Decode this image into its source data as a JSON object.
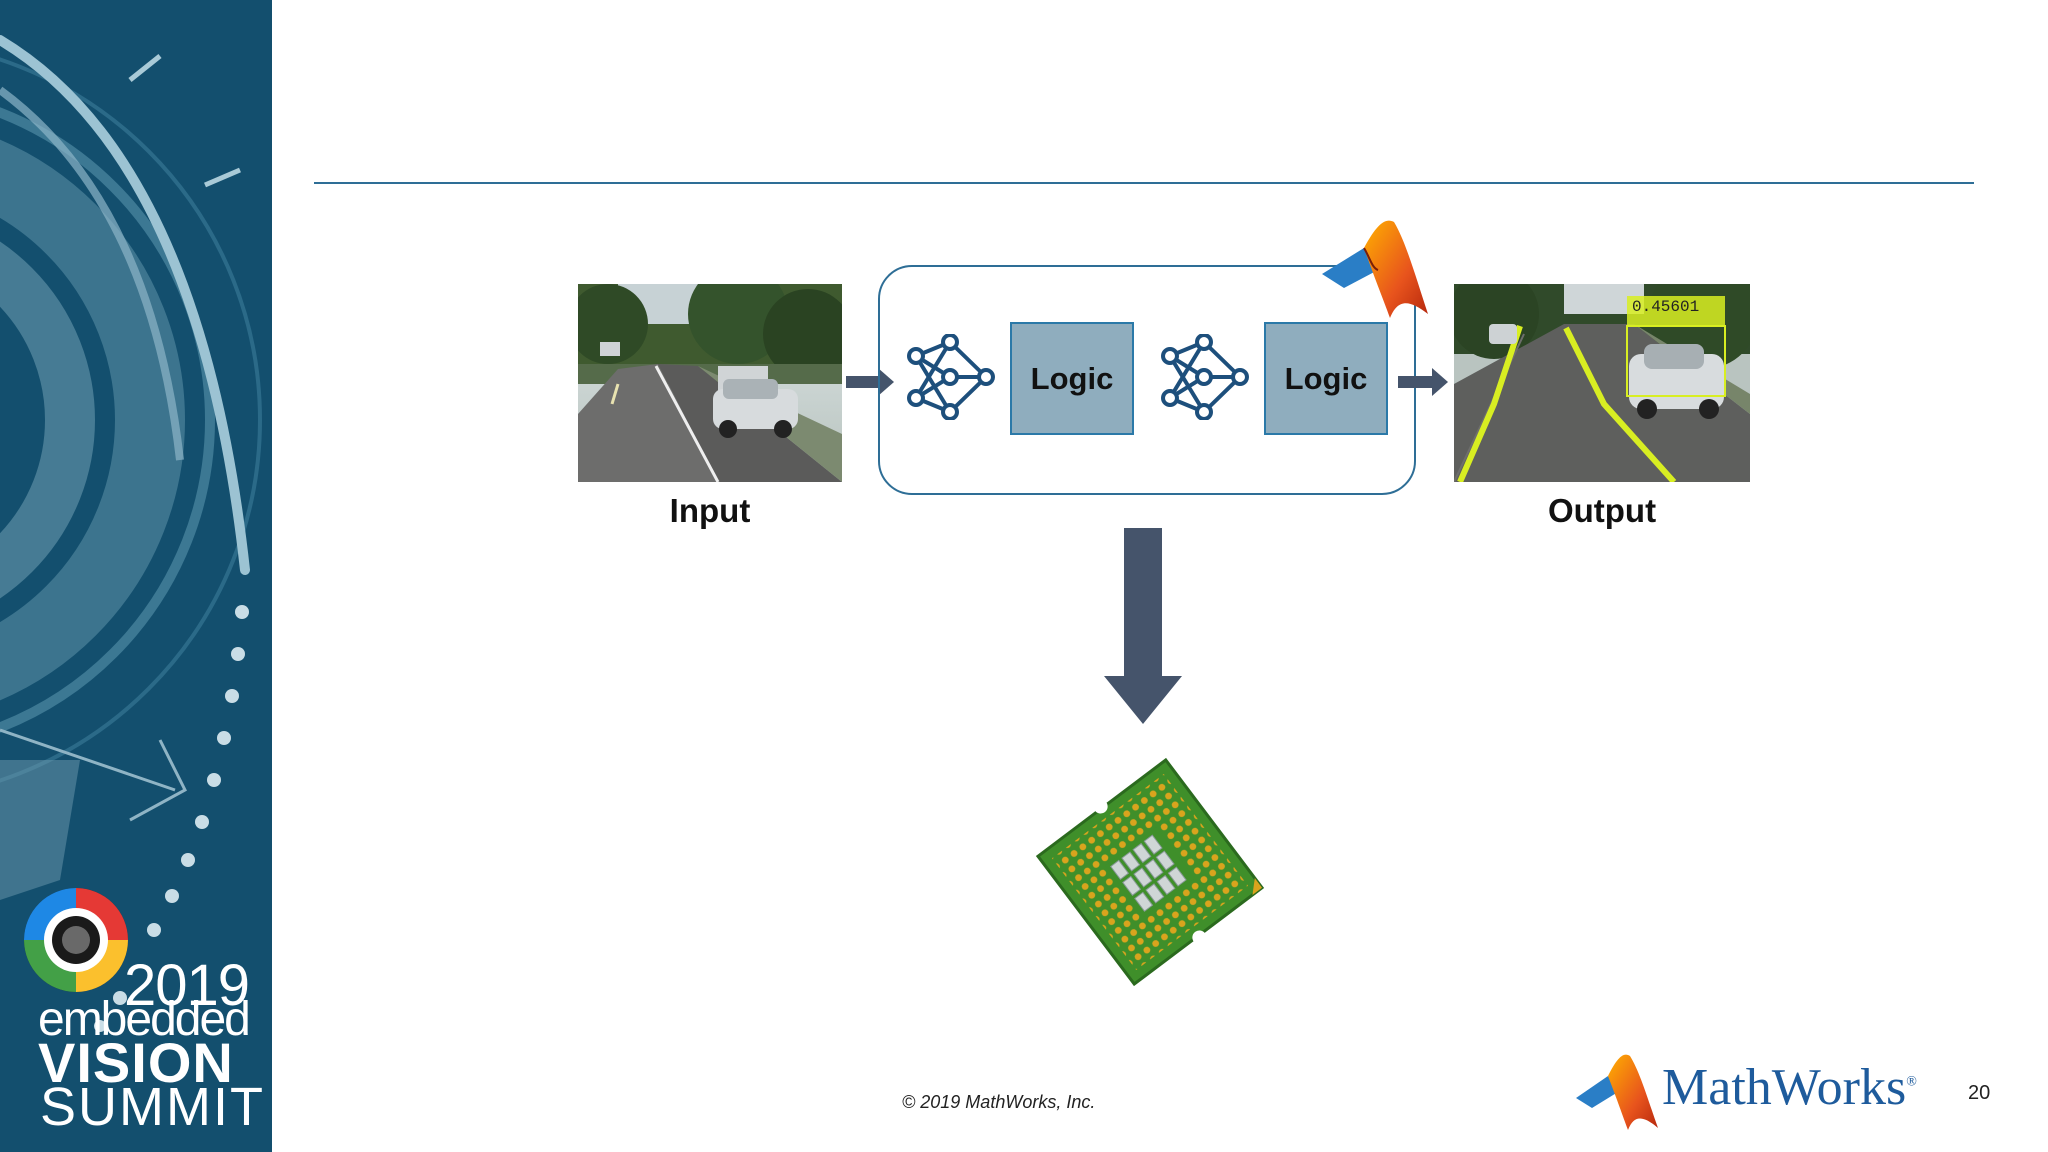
{
  "event_logo": {
    "year": "2019",
    "line1": "embedded",
    "line2": "VISION",
    "line3": "SUMMIT"
  },
  "diagram": {
    "input_label": "Input",
    "output_label": "Output",
    "logic_blocks": [
      "Logic",
      "Logic"
    ],
    "detection_score": "0.45601"
  },
  "footer": {
    "copyright": "© 2019 MathWorks, Inc.",
    "brand": "MathWorks",
    "page_number": "20"
  },
  "colors": {
    "sidebar": "#134f6e",
    "accent_line": "#2e6e96",
    "logic_fill": "#8fadbe",
    "arrow": "#45546b",
    "brand_blue": "#1e5b9c"
  }
}
